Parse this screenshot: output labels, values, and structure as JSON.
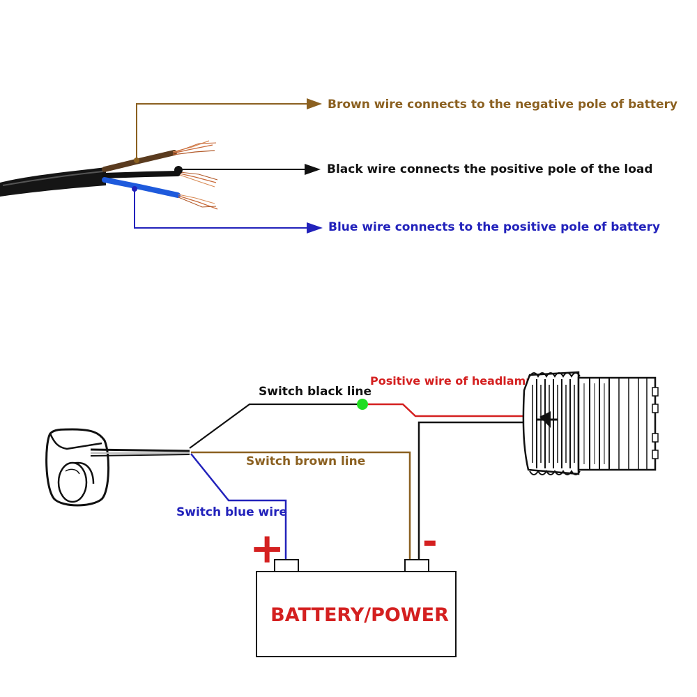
{
  "cable_diagram": {
    "brown_label": "Brown wire connects to the negative pole of battery",
    "black_label": "Black wire connects the positive pole of the load",
    "blue_label": "Blue wire connects to the positive pole of battery"
  },
  "circuit_diagram": {
    "switch_black_line": "Switch black line",
    "positive_wire_headlamp": "Positive wire of headlamp",
    "switch_brown_line": "Switch brown line",
    "switch_blue_wire": "Switch blue wire",
    "plus_sign": "+",
    "minus_sign": "-",
    "battery_label": "BATTERY/POWER"
  },
  "colors": {
    "brown": "#8b6020",
    "black": "#111111",
    "blue": "#2222bb",
    "red": "#d42020",
    "green": "#22dd22",
    "copper": "#c86a3a"
  }
}
